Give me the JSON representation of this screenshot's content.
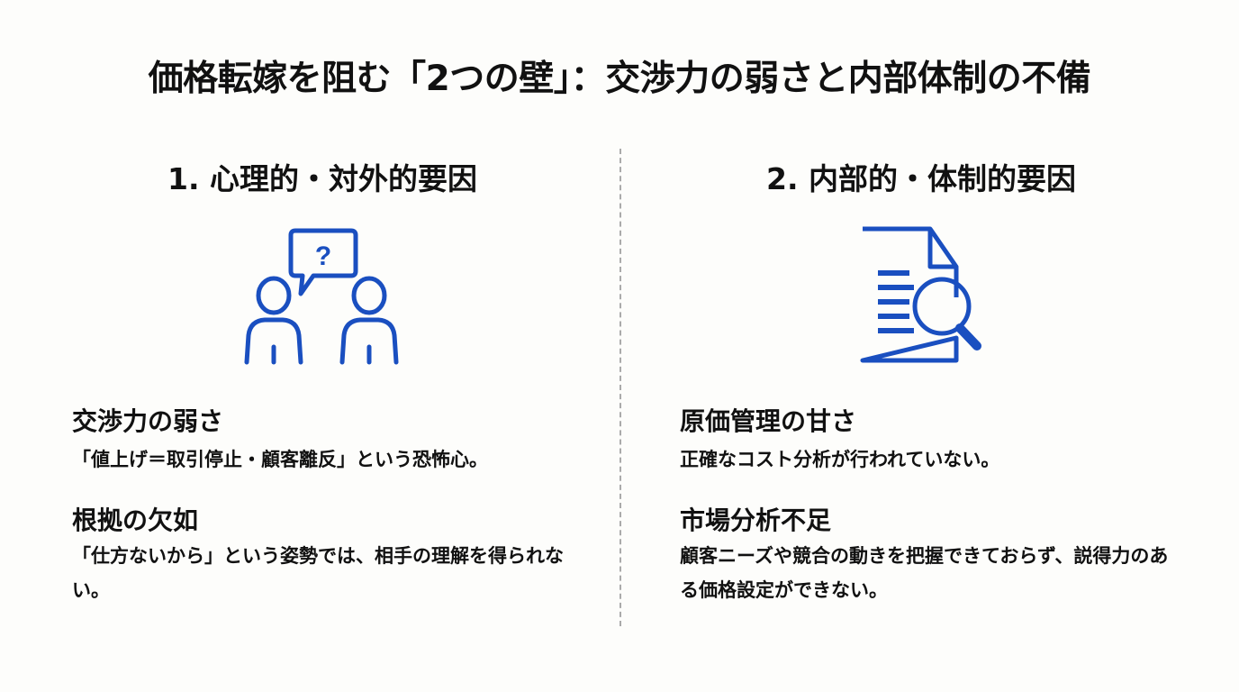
{
  "title": "価格転嫁を阻む「2つの壁」：交渉力の弱さと内部体制の不備",
  "accent_color": "#1a4fc0",
  "columns": [
    {
      "heading": "1. 心理的・対外的要因",
      "icon": "people-question-icon",
      "items": [
        {
          "title": "交渉力の弱さ",
          "desc": "「値上げ＝取引停止・顧客離反」という恐怖心。"
        },
        {
          "title": "根拠の欠如",
          "desc": "「仕方ないから」という姿勢では、相手の理解を得られない。"
        }
      ]
    },
    {
      "heading": "2. 内部的・体制的要因",
      "icon": "document-search-icon",
      "items": [
        {
          "title": "原価管理の甘さ",
          "desc": "正確なコスト分析が行われていない。"
        },
        {
          "title": "市場分析不足",
          "desc": "顧客ニーズや競合の動きを把握できておらず、説得力のある価格設定ができない。"
        }
      ]
    }
  ]
}
